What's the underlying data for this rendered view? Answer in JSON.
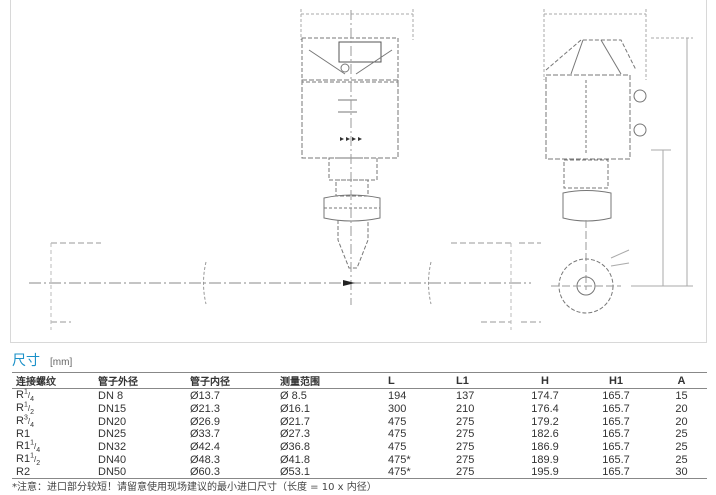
{
  "section": {
    "title": "尺寸",
    "unit": "[mm]"
  },
  "table": {
    "headers": [
      "连接螺纹",
      "管子外径",
      "管子内径",
      "测量范围",
      "L",
      "L1",
      "H",
      "H1",
      "A"
    ],
    "rows": [
      {
        "thread_base": "R",
        "thread_num": "1",
        "thread_den": "4",
        "outer": "DN  8",
        "inner": "Ø13.7",
        "range": "Ø  8.5",
        "L": "194",
        "L1": "137",
        "H": "174.7",
        "H1": "165.7",
        "A": "15"
      },
      {
        "thread_base": "R",
        "thread_num": "1",
        "thread_den": "2",
        "outer": "DN15",
        "inner": "Ø21.3",
        "range": "Ø16.1",
        "L": "300",
        "L1": "210",
        "H": "176.4",
        "H1": "165.7",
        "A": "20"
      },
      {
        "thread_base": "R",
        "thread_num": "3",
        "thread_den": "4",
        "outer": "DN20",
        "inner": "Ø26.9",
        "range": "Ø21.7",
        "L": "475",
        "L1": "275",
        "H": "179.2",
        "H1": "165.7",
        "A": "20"
      },
      {
        "thread_base": "R1",
        "thread_num": "",
        "thread_den": "",
        "outer": "DN25",
        "inner": "Ø33.7",
        "range": "Ø27.3",
        "L": "475",
        "L1": "275",
        "H": "182.6",
        "H1": "165.7",
        "A": "25"
      },
      {
        "thread_base": "R1",
        "thread_num": "1",
        "thread_den": "4",
        "outer": "DN32",
        "inner": "Ø42.4",
        "range": "Ø36.8",
        "L": "475",
        "L1": "275",
        "H": "186.9",
        "H1": "165.7",
        "A": "25"
      },
      {
        "thread_base": "R1",
        "thread_num": "1",
        "thread_den": "2",
        "outer": "DN40",
        "inner": "Ø48.3",
        "range": "Ø41.8",
        "L": "475*",
        "L1": "275",
        "H": "189.9",
        "H1": "165.7",
        "A": "25"
      },
      {
        "thread_base": "R2",
        "thread_num": "",
        "thread_den": "",
        "outer": "DN50",
        "inner": "Ø60.3",
        "range": "Ø53.1",
        "L": "475*",
        "L1": "275",
        "H": "195.9",
        "H1": "165.7",
        "A": "30"
      }
    ]
  },
  "footnote": "*注意：进口部分较短！请留意使用现场建议的最小进口尺寸（长度 = 10 x 内径）"
}
